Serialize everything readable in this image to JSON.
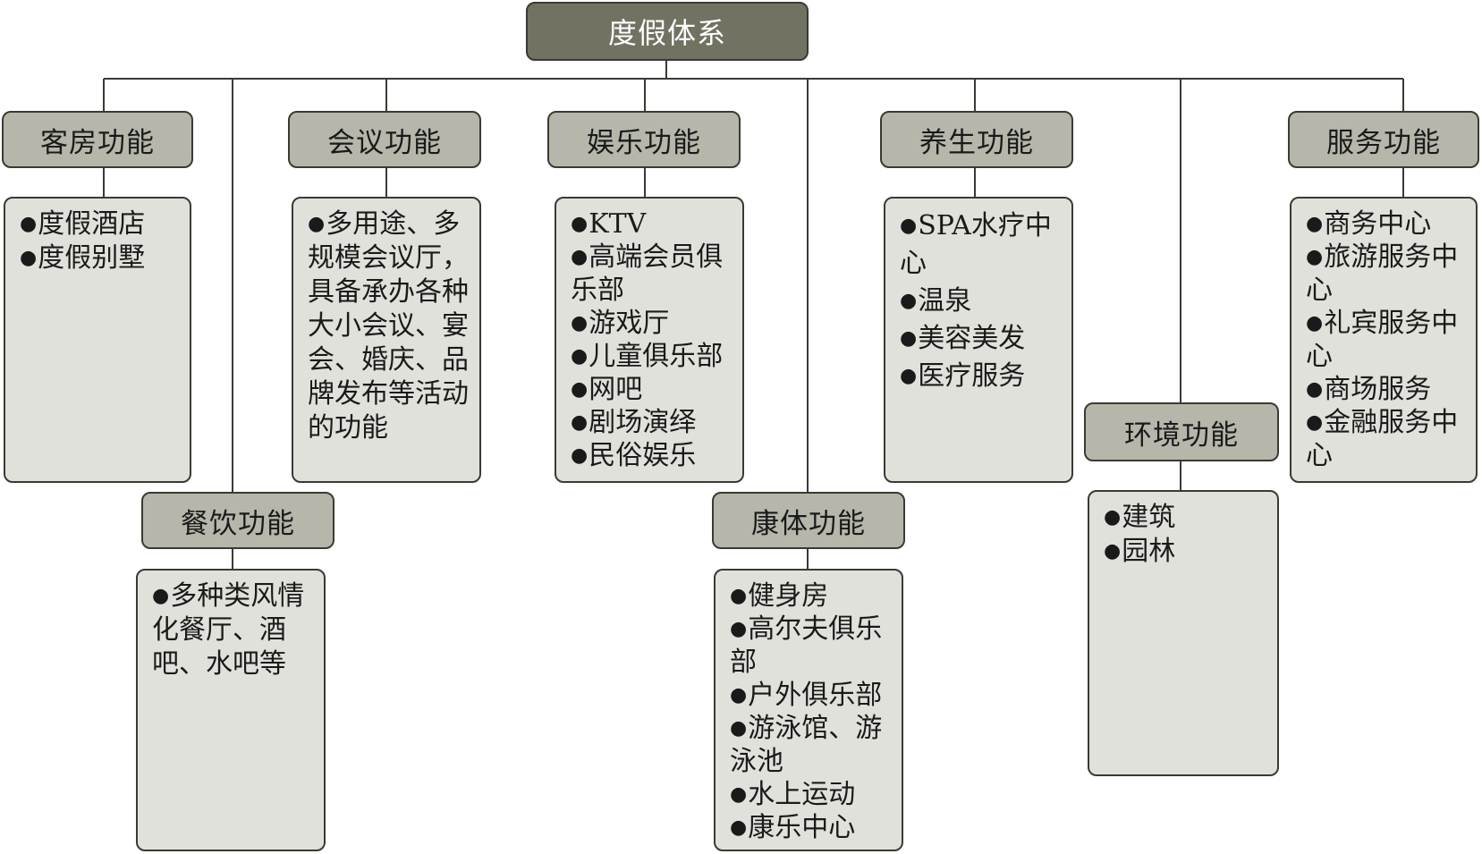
{
  "root": {
    "label": "度假体系"
  },
  "categories": [
    {
      "id": "guestroom",
      "title": "客房功能",
      "items": [
        "度假酒店",
        "度假别墅"
      ]
    },
    {
      "id": "dining",
      "title": "餐饮功能",
      "items": [
        "多种类风情化餐厅、酒吧、水吧等"
      ]
    },
    {
      "id": "meeting",
      "title": "会议功能",
      "items": [
        "多用途、多规模会议厅，具备承办各种大小会议、宴会、婚庆、品牌发布等活动的功能"
      ]
    },
    {
      "id": "entertainment",
      "title": "娱乐功能",
      "items": [
        "KTV",
        "高端会员俱乐部",
        "游戏厅",
        "儿童俱乐部",
        "网吧",
        "剧场演绎",
        "民俗娱乐"
      ]
    },
    {
      "id": "fitness",
      "title": "康体功能",
      "items": [
        "健身房",
        "高尔夫俱乐部",
        "户外俱乐部",
        "游泳馆、游泳池",
        "水上运动",
        "康乐中心"
      ]
    },
    {
      "id": "wellness",
      "title": "养生功能",
      "items": [
        "SPA水疗中心",
        "温泉",
        "美容美发",
        "医疗服务"
      ]
    },
    {
      "id": "environment",
      "title": "环境功能",
      "items": [
        "建筑",
        "园林"
      ]
    },
    {
      "id": "service",
      "title": "服务功能",
      "items": [
        "商务中心",
        "旅游服务中心",
        "礼宾服务中心",
        "商场服务",
        "金融服务中心"
      ]
    }
  ],
  "colors": {
    "root_fill": "#727263",
    "header_fill": "#b6b6ab",
    "content_fill": "#e1e1dc",
    "line": "#3a3a32"
  }
}
